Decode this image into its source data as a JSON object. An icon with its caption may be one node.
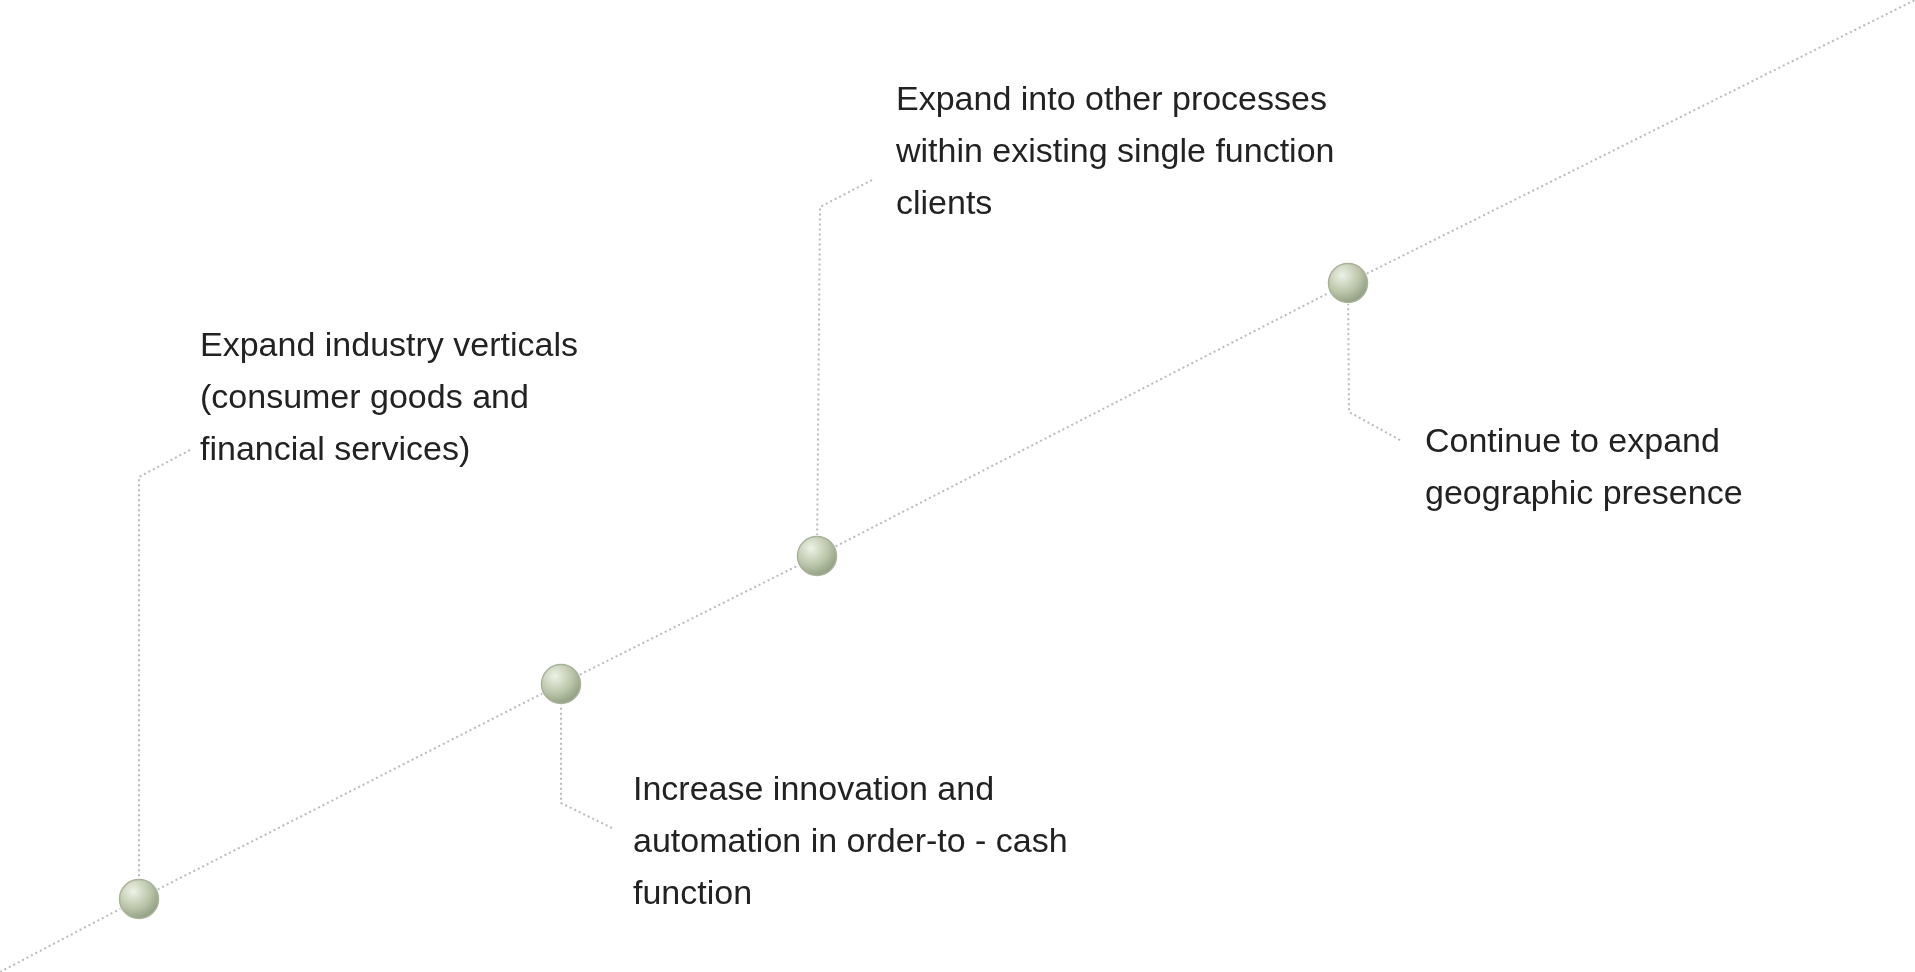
{
  "diagram": {
    "nodes": [
      {
        "text": [
          "Expand into other processes within existing single function clients"
        ]
      },
      {
        "text": [
          "Expand industry verticals (consumer goods and financial services)"
        ]
      },
      {
        "text": [
          "Continue to expand geographic presence"
        ]
      },
      {
        "text": [
          "Increase innovation and automation in order-to - cash function"
        ]
      },
      {
        "text": [],
        "shape": "circle"
      },
      {
        "text": [],
        "shape": "circle"
      },
      {
        "text": [],
        "shape": "circle"
      },
      {
        "text": [],
        "shape": "circle"
      }
    ],
    "edges": [
      {
        "from": 1,
        "to": 4,
        "arrow": "none"
      },
      {
        "from": 0,
        "to": 6,
        "arrow": "none"
      },
      {
        "from": 2,
        "to": 7,
        "arrow": "none"
      },
      {
        "from": 3,
        "to": 5,
        "arrow": "none"
      },
      {
        "from": null,
        "to": 4,
        "arrow": "none"
      },
      {
        "from": 4,
        "to": 5,
        "arrow": "none"
      },
      {
        "from": 5,
        "to": 6,
        "arrow": "none"
      },
      {
        "from": 6,
        "to": 7,
        "arrow": "none"
      },
      {
        "from": 7,
        "to": null,
        "arrow": "none"
      }
    ]
  }
}
